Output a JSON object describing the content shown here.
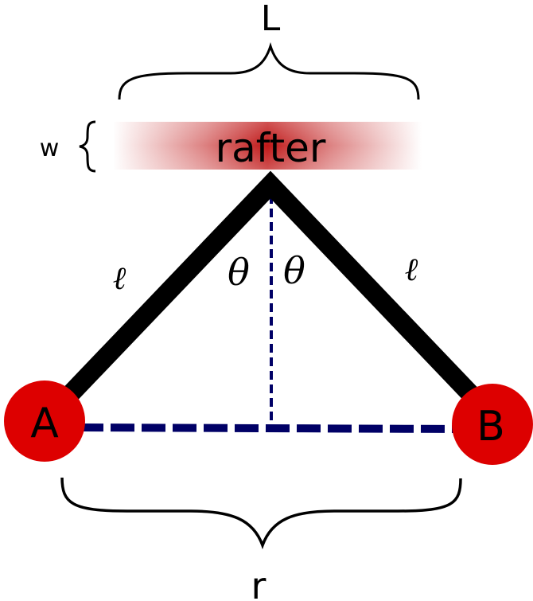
{
  "labels": {
    "top_length": "L",
    "bottom_length": "r",
    "width": "w",
    "rafter": "rafter",
    "left_leg": "ℓ",
    "right_leg": "ℓ",
    "left_angle": "θ",
    "right_angle": "θ",
    "node_a": "A",
    "node_b": "B"
  },
  "colors": {
    "rafter": "#c01818",
    "node": "#dd0000",
    "dashed": "#000066",
    "legs": "#000000"
  }
}
